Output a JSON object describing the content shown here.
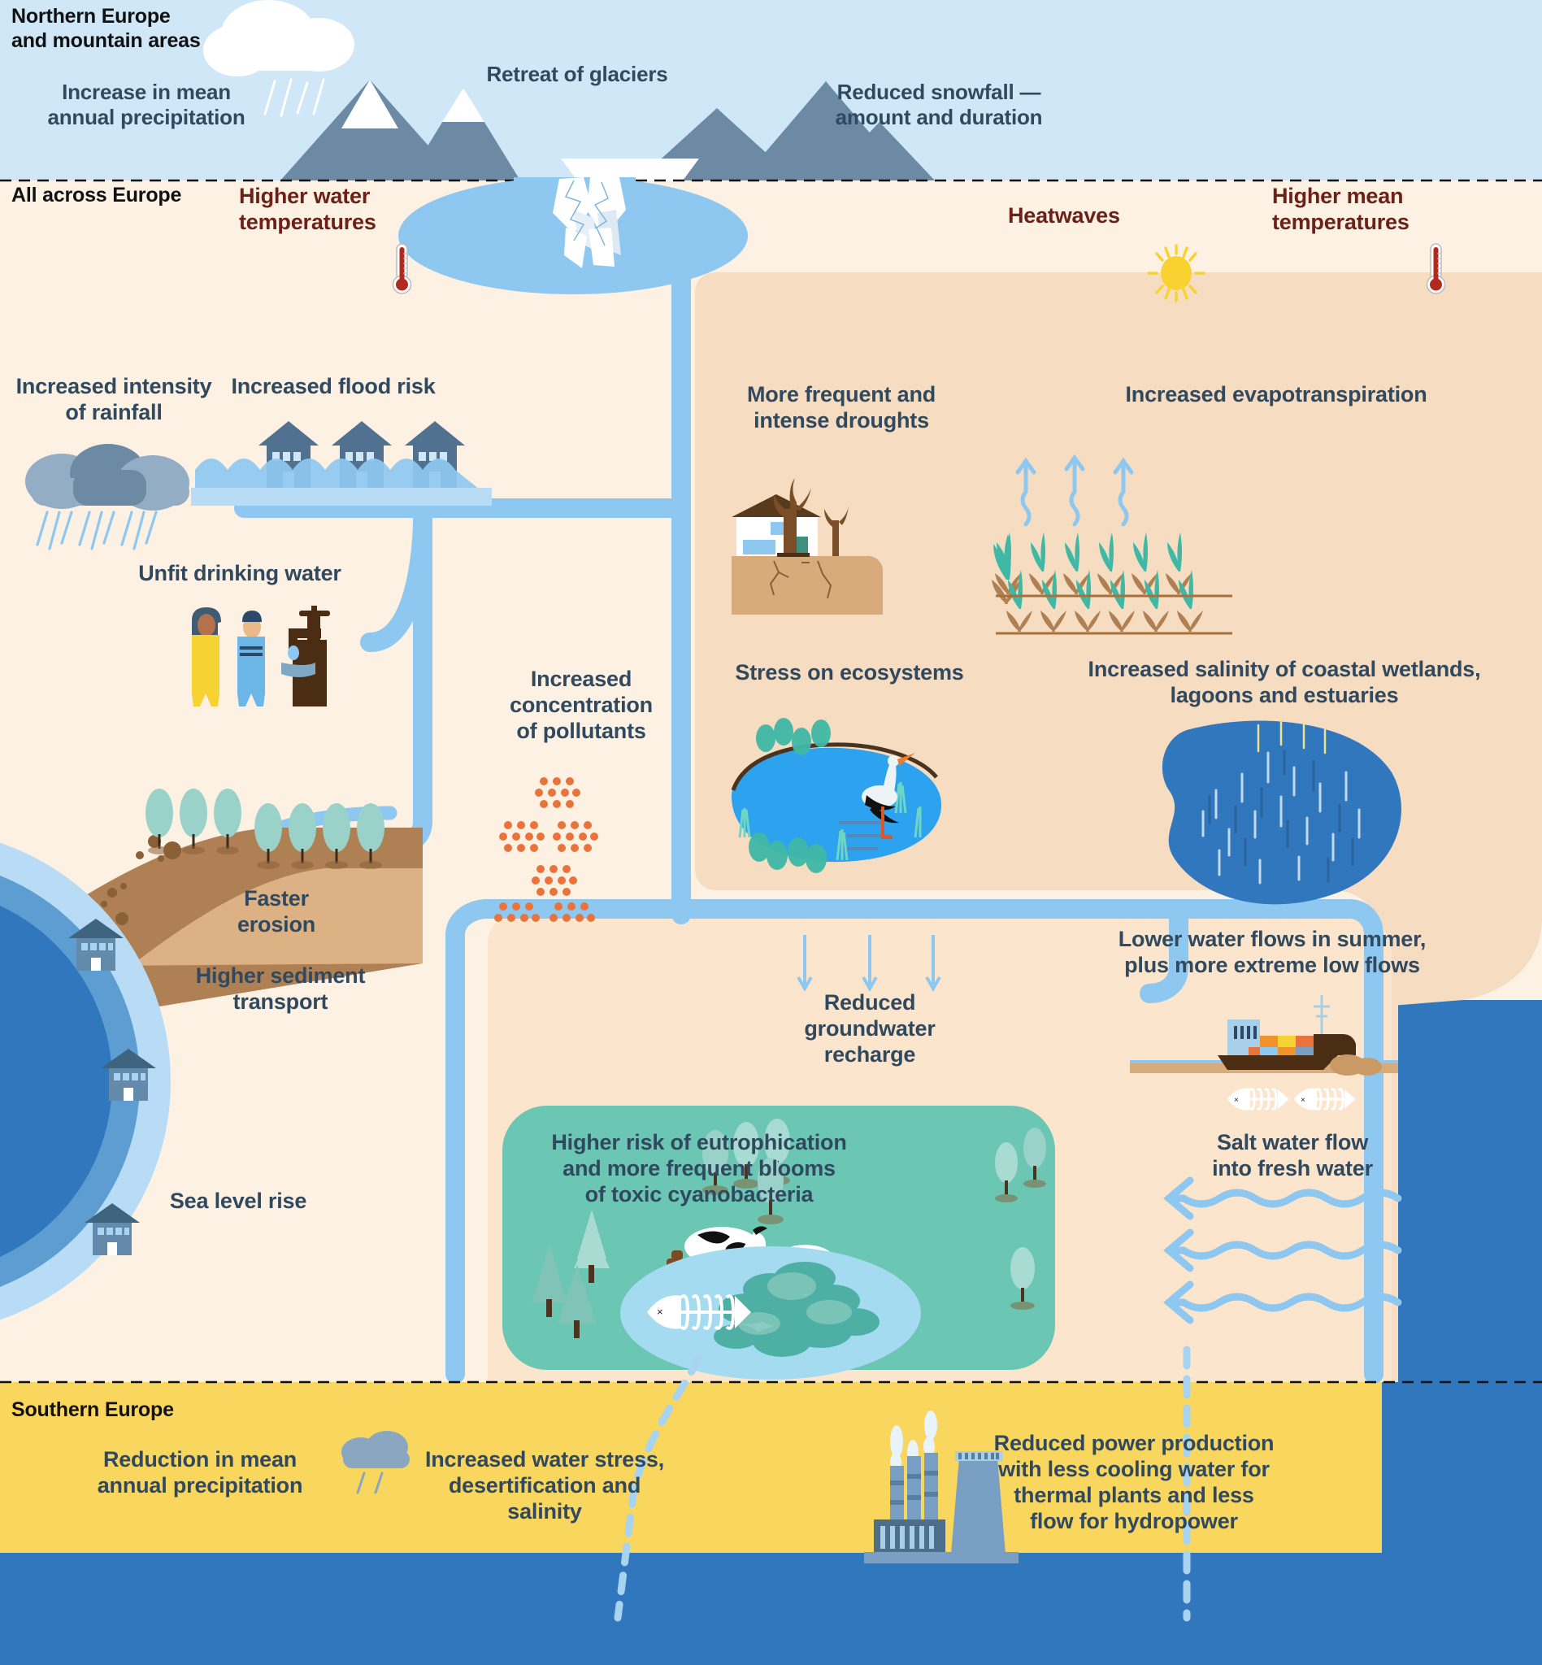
{
  "regions": {
    "north": {
      "label": "Northern Europe\nand mountain areas",
      "line1": "Northern Europe",
      "line2": "and mountain areas",
      "bg": "#cfe7f7"
    },
    "all": {
      "label": "All across Europe",
      "bg_left": "#fdf1e4",
      "bg_right": "#f6ddc2"
    },
    "south": {
      "label": "Southern Europe",
      "bg": "#f9d65e"
    }
  },
  "colors": {
    "sky": "#cfe7f7",
    "cream": "#fdf1e4",
    "tan": "#f6ddc2",
    "yellow": "#f9d65e",
    "sea": "#3177bd",
    "river": "#8ec8f0",
    "mountain": "#6d8aa5",
    "text_dark": "#31495e",
    "text_warm": "#6b2117",
    "lake_green": "#6cc6b4",
    "sun": "#f8d231",
    "pollutant": "#e8743b",
    "snow": "#ffffff"
  },
  "north_items": [
    {
      "id": "precip",
      "line1": "Increase in mean",
      "line2": "annual precipitation"
    },
    {
      "id": "glaciers",
      "line1": "Retreat of glaciers"
    },
    {
      "id": "snowfall",
      "line1": "Reduced snowfall —",
      "line2": "amount and duration"
    }
  ],
  "all_band_items": [
    {
      "id": "water-temp",
      "line1": "Higher water",
      "line2": "temperatures",
      "icon": "thermometer-icon"
    },
    {
      "id": "heatwaves",
      "line1": "Heatwaves",
      "icon": "sun-icon"
    },
    {
      "id": "mean-temp",
      "line1": "Higher mean",
      "line2": "temperatures",
      "icon": "thermometer-icon"
    }
  ],
  "left_items": [
    {
      "id": "rainfall",
      "line1": "Increased intensity",
      "line2": "of rainfall"
    },
    {
      "id": "flood-risk",
      "line1": "Increased flood risk"
    },
    {
      "id": "drinking-water",
      "line1": "Unfit drinking water"
    },
    {
      "id": "pollutants",
      "line1": "Increased",
      "line2": "concentration",
      "line3": "of pollutants"
    },
    {
      "id": "erosion",
      "line1": "Faster",
      "line2": "erosion"
    },
    {
      "id": "sediment",
      "line1": "Higher sediment",
      "line2": "transport"
    },
    {
      "id": "sea-level",
      "line1": "Sea level rise"
    }
  ],
  "right_items": [
    {
      "id": "droughts",
      "line1": "More frequent and",
      "line2": "intense droughts"
    },
    {
      "id": "evapotranspiration",
      "line1": "Increased evapotranspiration"
    },
    {
      "id": "ecosystems",
      "line1": "Stress on ecosystems"
    },
    {
      "id": "salinity",
      "line1": "Increased salinity of coastal wetlands,",
      "line2": "lagoons and estuaries"
    },
    {
      "id": "low-flows",
      "line1": "Lower water flows in summer,",
      "line2": "plus more extreme low flows"
    },
    {
      "id": "salt-water",
      "line1": "Salt water flow",
      "line2": "into fresh water"
    }
  ],
  "center_items": [
    {
      "id": "groundwater",
      "line1": "Reduced",
      "line2": "groundwater",
      "line3": "recharge"
    },
    {
      "id": "eutrophication",
      "line1": "Higher risk of eutrophication",
      "line2": "and more frequent blooms",
      "line3": "of toxic cyanobacteria"
    }
  ],
  "south_items": [
    {
      "id": "reduced-precip",
      "line1": "Reduction in mean",
      "line2": "annual precipitation"
    },
    {
      "id": "water-stress",
      "line1": "Increased water stress,",
      "line2": "desertification and",
      "line3": "salinity"
    },
    {
      "id": "power",
      "line1": "Reduced power production",
      "line2": "with less cooling water for",
      "line3": "thermal plants and less",
      "line4": "flow for hydropower"
    }
  ]
}
